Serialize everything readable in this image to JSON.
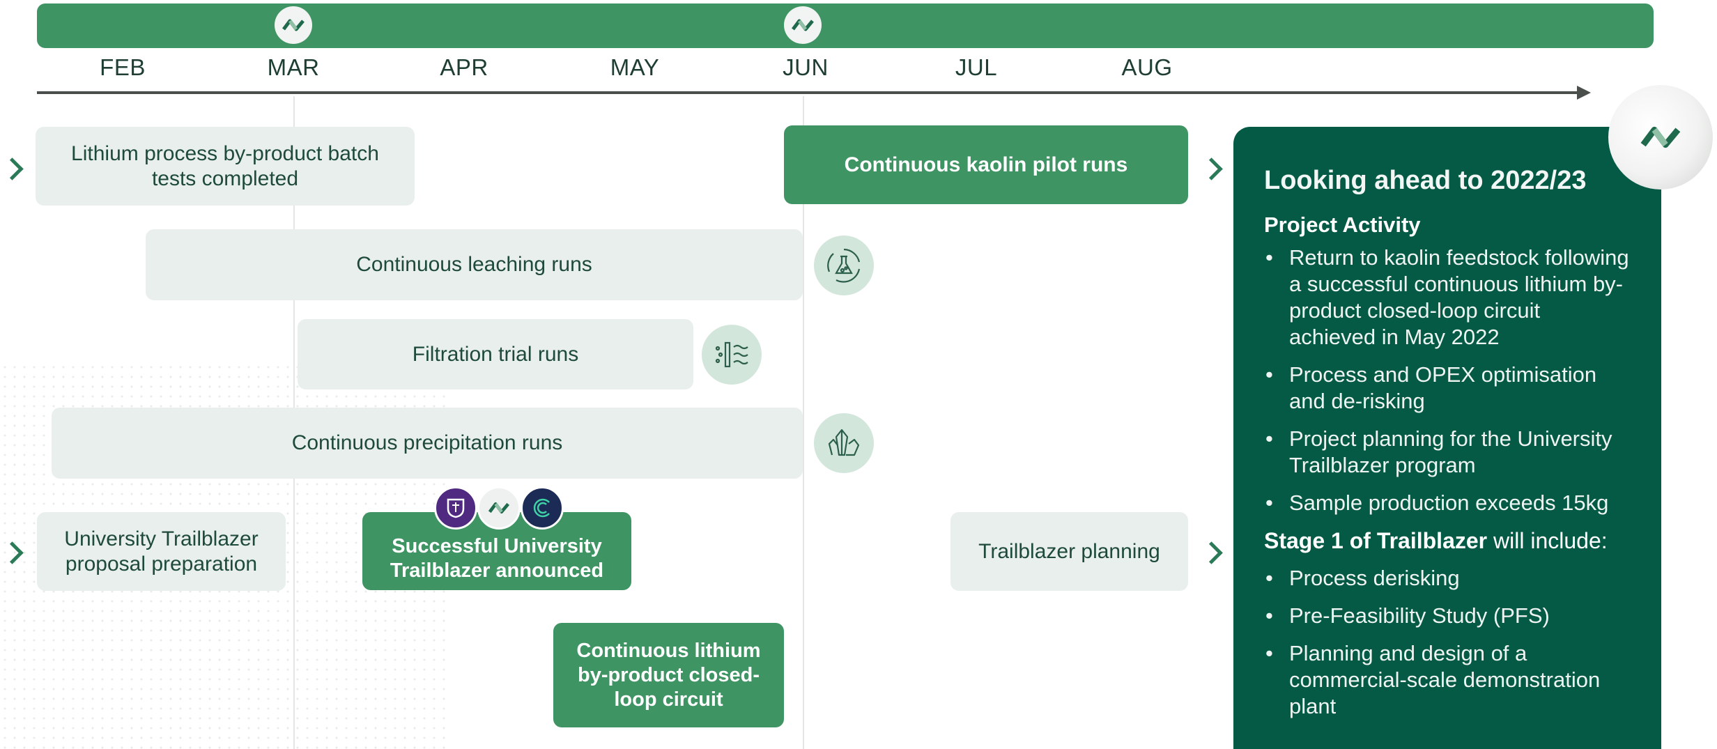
{
  "timeline": {
    "months": [
      "FEB",
      "MAR",
      "APR",
      "MAY",
      "JUN",
      "JUL",
      "AUG"
    ]
  },
  "bars": {
    "lithium_batch": "Lithium process by-product batch tests completed",
    "kaolin_pilot": "Continuous kaolin pilot runs",
    "leaching": "Continuous leaching runs",
    "filtration": "Filtration trial runs",
    "precipitation": "Continuous precipitation runs",
    "proposal": "University Trailblazer proposal preparation",
    "announced": "Successful University Trailblazer announced",
    "trailblazer_planning": "Trailblazer planning",
    "closed_loop": "Continuous lithium by-product closed-loop circuit"
  },
  "panel": {
    "title": "Looking ahead to 2022/23",
    "subtitle": "Project Activity",
    "activities": [
      "Return to kaolin feedstock following a successful continuous lithium by-product closed-loop circuit achieved in May 2022",
      "Process and OPEX optimisation and de-risking",
      "Project planning for the University Trailblazer program",
      "Sample production exceeds 15kg"
    ],
    "stage_bold": "Stage 1 of Trailblazer",
    "stage_rest": " will include:",
    "stage_items": [
      "Process derisking",
      "Pre-Feasibility Study (PFS)",
      "Planning and design of a commercial-scale demonstration plant"
    ]
  },
  "colors": {
    "brand_green": "#3f9464",
    "panel_dark": "#045a45",
    "light_bar": "#e9efec",
    "icon_circle": "#d3e6dc"
  },
  "icons": [
    "company-logo-icon",
    "flask-cycle-icon",
    "filtration-icon",
    "crystal-icon",
    "university-crest-icon",
    "circle-c-logo-icon"
  ]
}
